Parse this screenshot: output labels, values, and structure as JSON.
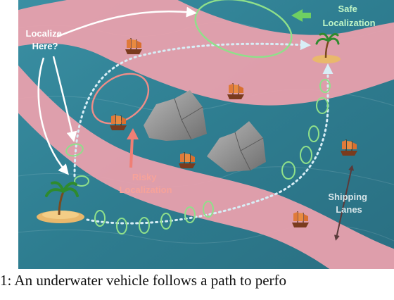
{
  "labels": {
    "localize_here": [
      "Localize",
      "Here?"
    ],
    "safe_localization": [
      "Safe",
      "Localization"
    ],
    "risky_localization": [
      "Risky",
      "Localization"
    ],
    "shipping_lanes": [
      "Shipping",
      "Lanes"
    ]
  },
  "caption": "1: An underwater vehicle follows a path to perfo",
  "colors": {
    "ocean": "#2f7f93",
    "shipping_lane": "#e8a0ad",
    "path": "#d8eef6",
    "localization_ellipse": "#8fe08a",
    "risky_ellipse": "#ef8d88",
    "arrow": "#ffffff",
    "safe_arrow": "#6fcf62",
    "risky_arrow": "#f07f75",
    "shipping_arrow": "#5a3a3a"
  },
  "icons": [
    "island-icon",
    "ship-icon",
    "rock-icon"
  ]
}
